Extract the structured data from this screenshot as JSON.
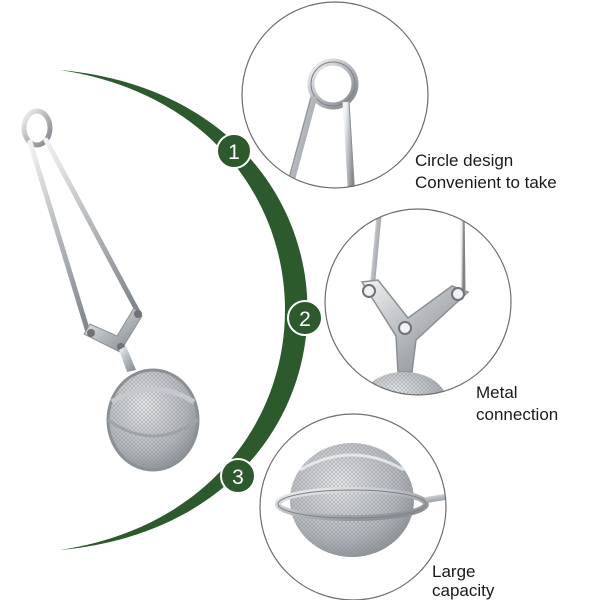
{
  "features": [
    {
      "number": "1",
      "lines": [
        "Circle design",
        "Convenient to take"
      ]
    },
    {
      "number": "2",
      "lines": [
        "Metal",
        "connection"
      ]
    },
    {
      "number": "3",
      "lines": [
        "Large",
        "capacity"
      ]
    }
  ],
  "colors": {
    "arc": "#2c5a2c",
    "badge": "#2c5a2c",
    "circle_border": "#6e6e6e",
    "steel": "#a9adb1"
  }
}
